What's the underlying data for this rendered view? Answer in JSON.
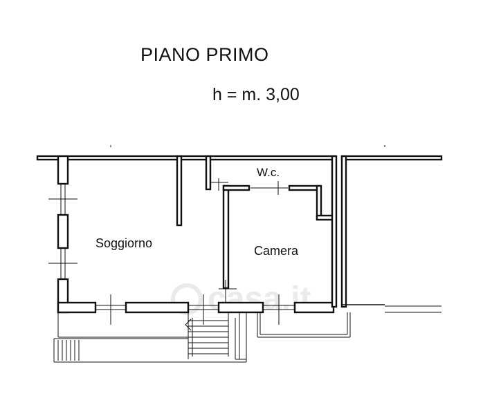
{
  "plan": {
    "title": "PIANO PRIMO",
    "height_note": "h = m. 3,00",
    "rooms": {
      "living": "Soggiorno",
      "bedroom": "Camera",
      "wc": "W.c."
    },
    "watermark": "casa.it"
  },
  "colors": {
    "ink": "#111111",
    "wall_fill": "#ffffff",
    "watermark": "#d9d9d9"
  }
}
